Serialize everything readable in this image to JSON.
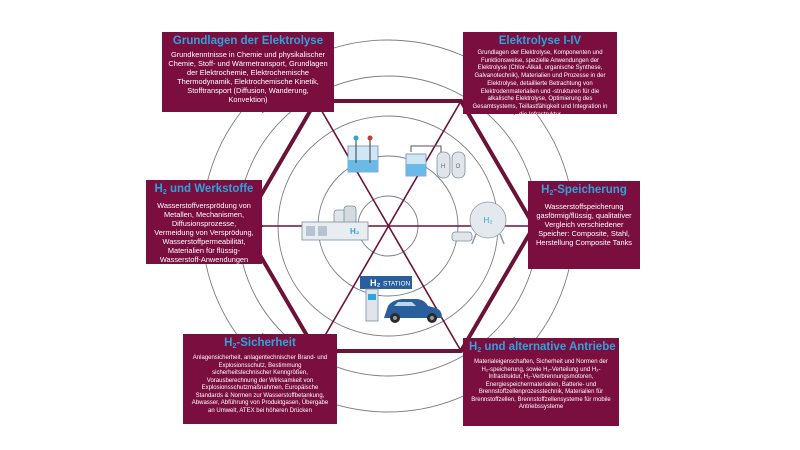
{
  "colors": {
    "box_bg": "#7a0e3e",
    "title": "#2ea3dc",
    "hexagon": "#6b1238",
    "rings": "#7c7c86",
    "car": "#2a5f9e"
  },
  "boxes": {
    "grundlagen": {
      "title": "Grundlagen der Elektrolyse",
      "body": "Grundkenntnisse in Chemie und physikalischer Chemie, Stoff- und Wärmetransport, Grundlagen der Elektrochemie, Elektrochemische Thermodynamik, Elektrochemische Kinetik, Stofftransport (Diffusion, Wanderung, Konvektion)"
    },
    "elektrolyse": {
      "title": "Elektrolyse I-IV",
      "body": "Grundlagen der Elektrolyse, Komponenten und Funktionsweise, spezielle Anwendungen der Elektrolyse (Chlor-Alkali, organische Synthese, Galvanotechnik), Materialien und Prozesse in der Elektrolyse, detaillierte Betrachtung von Elektrodenmaterialien und -strukturen für die alkalische Elektrolyse, Optimierung des Gesamtsystems, Teillastfähigkeit und Integration in die Infrastruktur"
    },
    "werkstoffe": {
      "title_prefix": "H",
      "title_sub": "2",
      "title_rest": " und Werkstoffe",
      "body": "Wasserstoffversprödung von Metallen, Mechanismen, Diffusionsprozesse, Vermeidung von Versprödung, Wasserstoffpermeabilität, Materialien für flüssig-Wasserstoff-Anwendungen"
    },
    "speicherung": {
      "title_prefix": "H",
      "title_sub": "2",
      "title_rest": "-Speicherung",
      "body": "Wasserstoffspeicherung gasförmig/flüssig, qualitativer Vergleich verschiedener Speicher: Composite, Stahl, Herstellung Composite Tanks"
    },
    "sicherheit": {
      "title_prefix": "H",
      "title_sub": "2",
      "title_rest": "-Sicherheit",
      "body": "Anlagensicherheit, anlagentechnischer Brand- und Explosionsschutz, Bestimmung sicherheitstechnischer Kenngrößen, Vorausberechnung der Wirksamkeit von Explosionsschutzmaßnahmen, Europäische Standards & Normen zur Wasserstoffbetankung, Abwasser, Abführung von Produktgasen, Übergabe an Umwelt, ATEX bei höheren Drücken"
    },
    "antriebe": {
      "title_prefix": "H",
      "title_sub": "2",
      "title_rest": " und alternative Antriebe",
      "body": "Materialeigenschaften, Sicherheit und Normen der H₂-speicherung, sowie H₂-Verteilung und H₂-Infrastruktur, H₂-Verbrennungsmotoren, Energiespeichermaterialien, Batterie- und Brennstoffzellenprozesstechnik, Materialien für Brennstoffzellen, Brennstoffzellensysteme für mobile Antriebssysteme"
    }
  },
  "icons": {
    "station_label": "STATION",
    "h2_label": "H₂"
  }
}
